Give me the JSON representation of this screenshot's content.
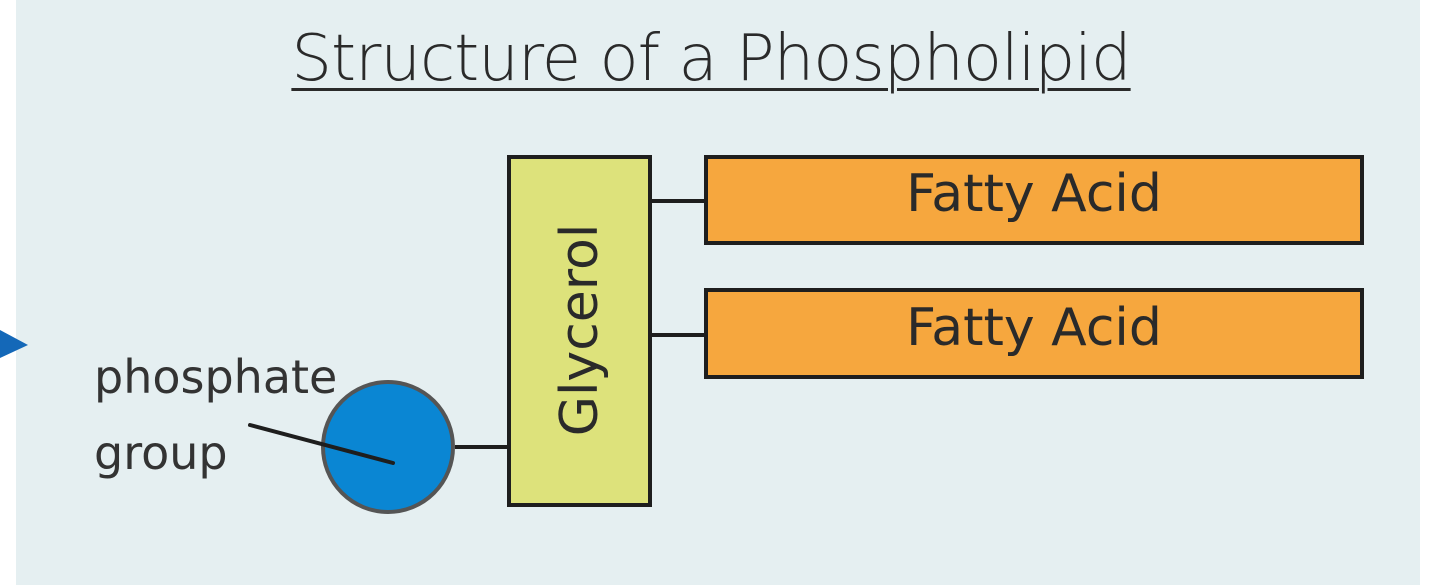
{
  "title": "Structure of a Phospholipid",
  "fatty_acids": [
    {
      "label": "Fatty Acid"
    },
    {
      "label": "Fatty Acid"
    }
  ],
  "glycerol": {
    "label": "Glycerol"
  },
  "phosphate": {
    "label_line1": "phosphate",
    "label_line2": "group"
  },
  "colors": {
    "background": "#e5eff1",
    "fatty_acid_fill": "#f6a73e",
    "glycerol_fill": "#dde27b",
    "phosphate_fill": "#0a86d3",
    "arrow": "#1468b8",
    "outline": "#1e1e1e",
    "text": "#2a2a2a"
  }
}
